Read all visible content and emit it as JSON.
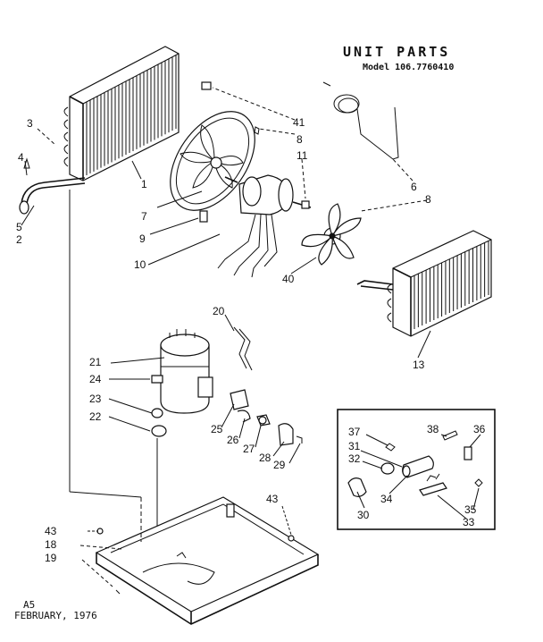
{
  "header": {
    "title": "UNIT PARTS",
    "model": "Model 106.7760410"
  },
  "footer": {
    "code": "A5",
    "date": "FEBRUARY, 1976"
  },
  "callouts": {
    "c1": "1",
    "c2": "2",
    "c3": "3",
    "c4": "4",
    "c5": "5",
    "c6": "6",
    "c7": "7",
    "c8a": "8",
    "c8b": "8",
    "c9": "9",
    "c10": "10",
    "c11": "11",
    "c13": "13",
    "c18": "18",
    "c19": "19",
    "c20": "20",
    "c21": "21",
    "c22": "22",
    "c23": "23",
    "c24": "24",
    "c25": "25",
    "c26": "26",
    "c27": "27",
    "c28": "28",
    "c29": "29",
    "c30": "30",
    "c31": "31",
    "c32": "32",
    "c33": "33",
    "c34": "34",
    "c35": "35",
    "c36": "36",
    "c37": "37",
    "c38": "38",
    "c40": "40",
    "c41": "41",
    "c43a": "43",
    "c43b": "43"
  }
}
